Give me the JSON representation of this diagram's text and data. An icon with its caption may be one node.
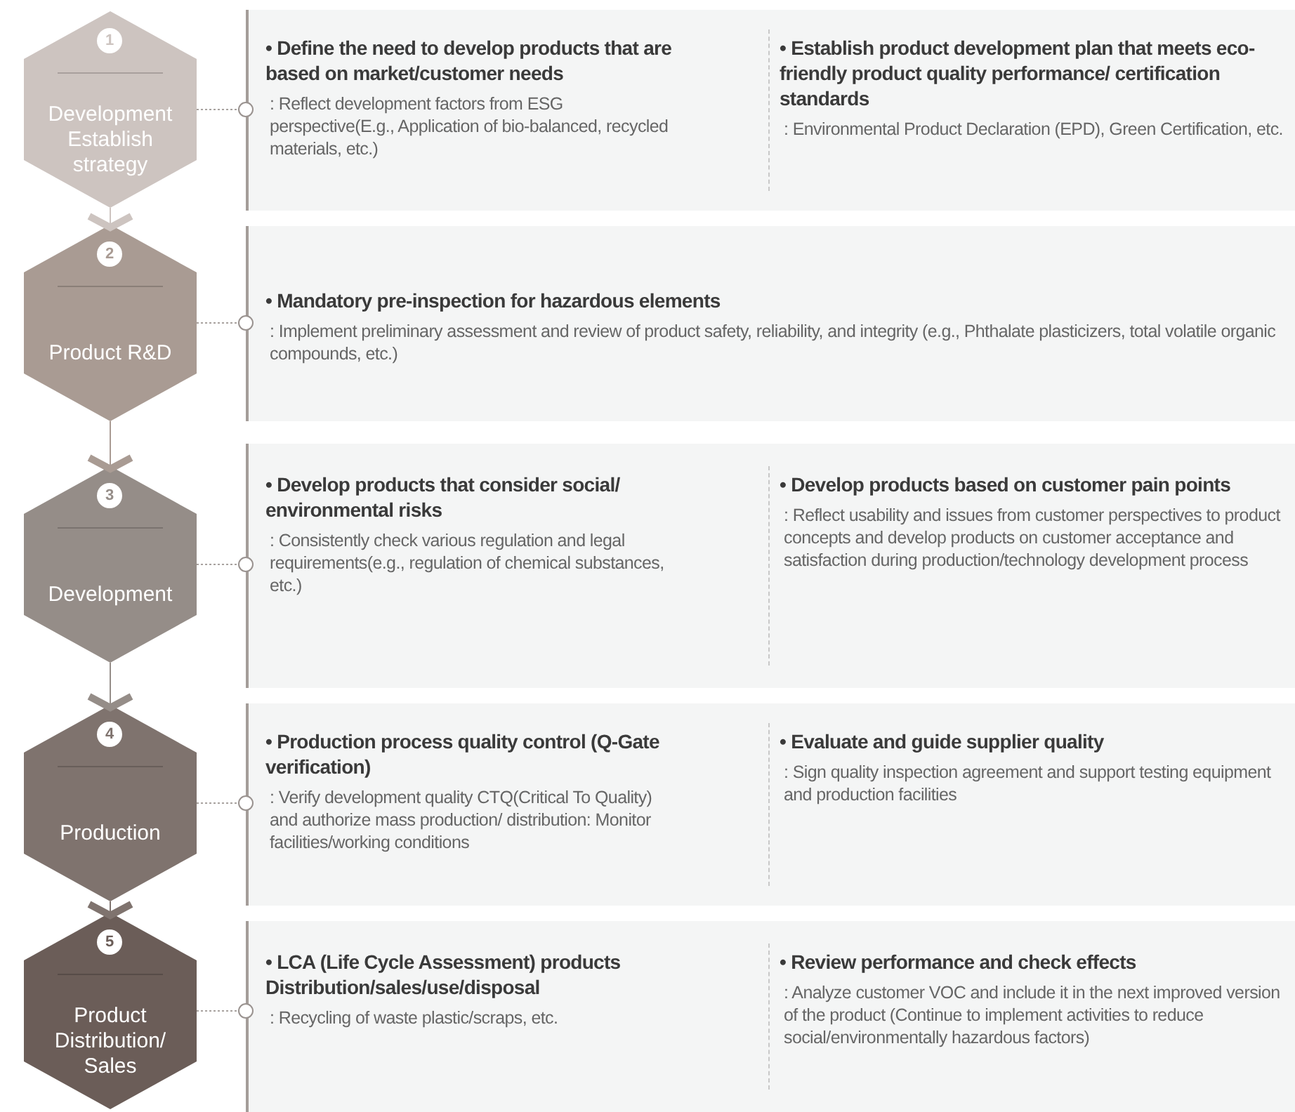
{
  "diagram": {
    "nodes": [
      {
        "text": [
          "1",
          "Development Establish strategy"
        ]
      },
      {
        "text": [],
        "shape": "box"
      },
      {
        "text": [
          "• Define the need to develop products that are based on market/customer needs",
          ": Reflect development factors from ESG perspective(E.g., Application of bio-balanced, recycled materials, etc.)"
        ],
        "in": 1
      },
      {
        "text": [
          "• Establish product development plan that meets eco-friendly product quality performance/ certification standards",
          ": Environmental Product Declaration (EPD), Green Certification, etc."
        ],
        "in": 1
      },
      {
        "text": [
          "2",
          "Product R&D"
        ]
      },
      {
        "text": [],
        "shape": "box"
      },
      {
        "text": [
          "• Mandatory pre-inspection for hazardous elements",
          ": Implement preliminary assessment and review of product safety, reliability, and integrity (e.g., Phthalate plasticizers, total volatile organic compounds, etc.)"
        ],
        "in": 5
      },
      {
        "text": [
          "3",
          "Development"
        ]
      },
      {
        "text": [],
        "shape": "box"
      },
      {
        "text": [
          "• Develop products that consider social/ environmental risks",
          ": Consistently check various regulation and legal requirements(e.g., regulation of chemical substances, etc.)"
        ],
        "in": 8
      },
      {
        "text": [
          "• Develop products based on customer pain points",
          ": Reflect usability and issues from customer perspectives to product concepts and develop products on customer acceptance and satisfaction during production/technology development process"
        ],
        "in": 8
      },
      {
        "text": [
          "4",
          "Production"
        ]
      },
      {
        "text": [],
        "shape": "box"
      },
      {
        "text": [
          "• Production process quality control (Q-Gate verification)",
          ": Verify development quality CTQ(Critical To Quality) and authorize mass production/ distribution: Monitor facilities/working conditions"
        ],
        "in": 12
      },
      {
        "text": [
          "• Evaluate and guide supplier quality",
          ": Sign quality inspection agreement and support testing equipment and production facilities"
        ],
        "in": 12
      },
      {
        "text": [
          "5",
          "Product Distribution/ Sales"
        ]
      },
      {
        "text": [],
        "shape": "box"
      },
      {
        "text": [
          "• LCA (Life Cycle Assessment) products Distribution/sales/use/disposal",
          ": Recycling of waste plastic/scraps, etc."
        ],
        "in": 16
      },
      {
        "text": [
          "• Review performance and check effects",
          ": Analyze customer VOC and include it in the next improved version of the product (Continue to implement activities to reduce social/environmentally hazardous factors)"
        ],
        "in": 16
      }
    ],
    "edges": [
      {
        "from": 0,
        "to": 1,
        "arrow": "other",
        "style": "dashed"
      },
      {
        "from": 0,
        "to": 4,
        "arrow": "to"
      },
      {
        "from": 4,
        "to": 5,
        "arrow": "other",
        "style": "dashed"
      },
      {
        "from": 4,
        "to": 7,
        "arrow": "to"
      },
      {
        "from": 7,
        "to": 8,
        "arrow": "other",
        "style": "dashed"
      },
      {
        "from": 7,
        "to": 11,
        "arrow": "to"
      },
      {
        "from": 11,
        "to": 12,
        "arrow": "other",
        "style": "dashed"
      },
      {
        "from": 11,
        "to": 15,
        "arrow": "to"
      },
      {
        "from": 15,
        "to": 16,
        "arrow": "other",
        "style": "dashed"
      }
    ]
  }
}
